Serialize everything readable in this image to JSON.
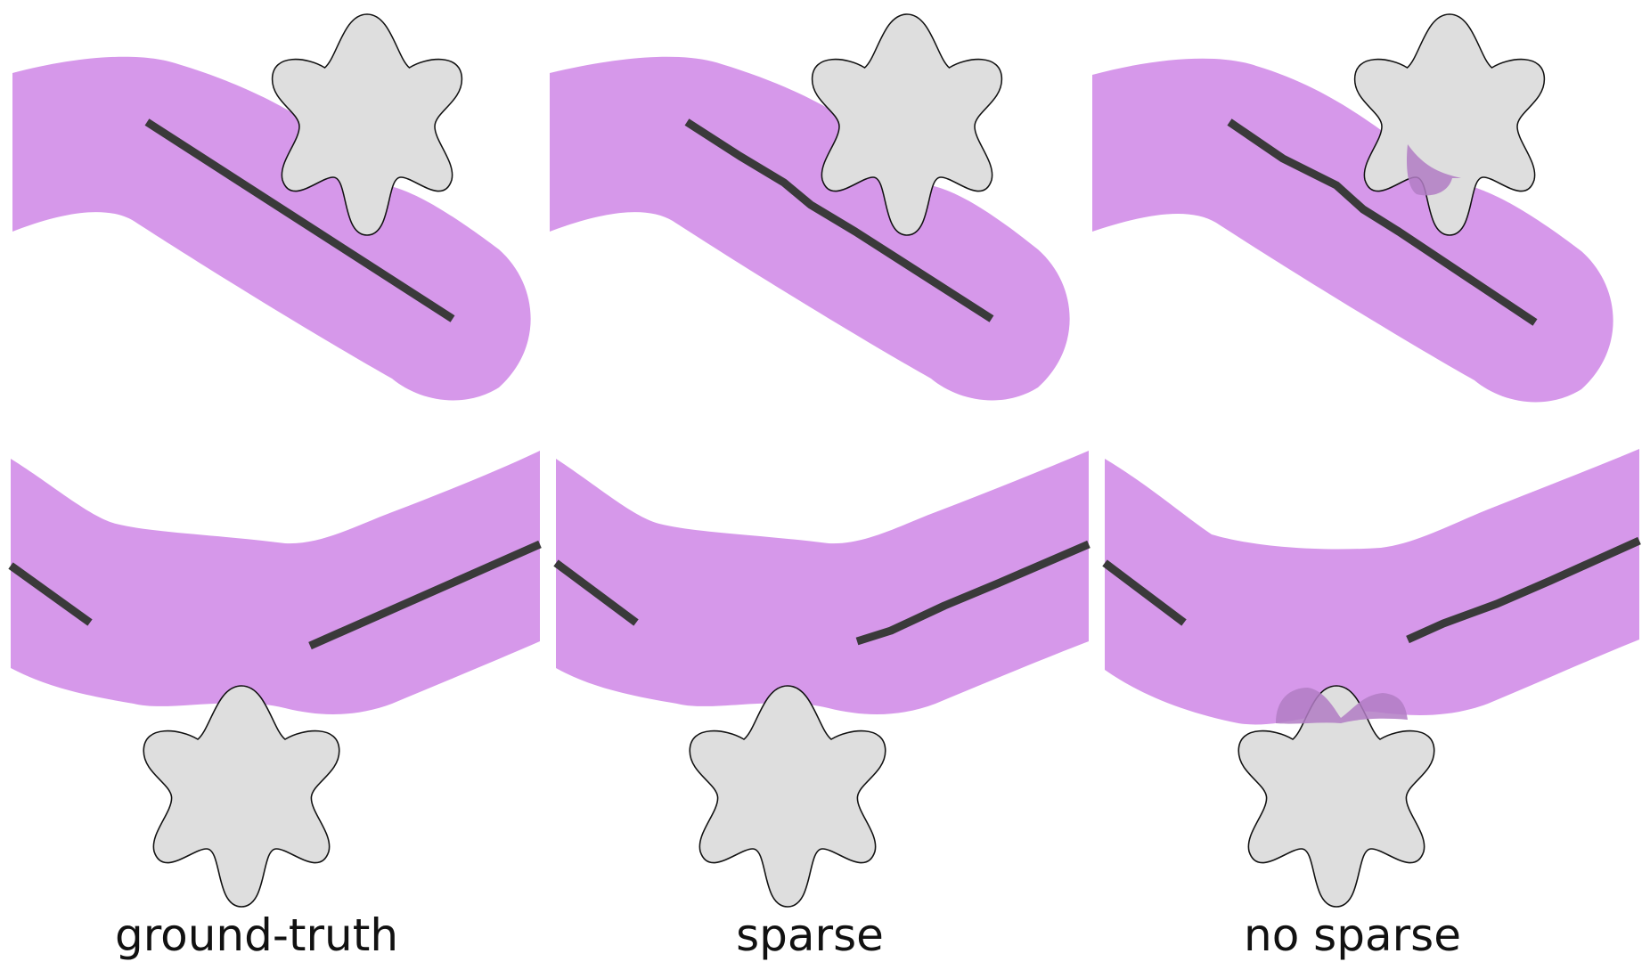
{
  "colors": {
    "band": "#d698ea",
    "segment": "#3a3a3a",
    "star_fill": "#dedede",
    "star_stroke": "#111111",
    "overlap": "#b27dc4"
  },
  "panels": [
    {
      "caption": "ground-truth"
    },
    {
      "caption": "sparse"
    },
    {
      "caption": "no sparse"
    }
  ]
}
